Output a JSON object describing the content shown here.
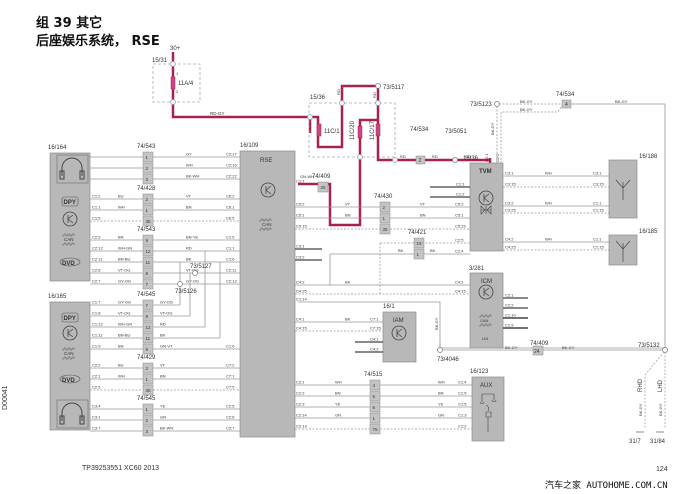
{
  "header": {
    "group_title": "组 39 其它",
    "system_title": "后座娱乐系统， RSE"
  },
  "colors": {
    "power_wire": "#a8224a",
    "signal_wire": "#9a9a9a",
    "component_fill": "#b8b8b8",
    "component_stroke": "#8a8a8a",
    "connector_fill": "#c4c4c4",
    "fuse_box_border": "#aaaaaa"
  },
  "power": {
    "supply_label": "30+",
    "fuse_box_1": {
      "id": "15/31",
      "fuse": "11A/4",
      "pin_in": "1",
      "pin_out": "2"
    },
    "wire_1_color": "RD-GY",
    "fuse_box_2": {
      "id": "15/36",
      "fuses": [
        {
          "name": "11C/1",
          "pin_in": "1",
          "pin_out": "2"
        },
        {
          "name": "11C/20",
          "pin_in": "1",
          "pin_out": "2"
        },
        {
          "name": "11C/17",
          "pin_in": "1",
          "pin_out": "2"
        }
      ]
    },
    "splice_top": "73/5117",
    "wire_rd": "RD",
    "connector_534_pin2": {
      "id": "74/534",
      "pin": "2"
    },
    "splice_5051": "73/5051",
    "wire_gn_wh": "GN-WH"
  },
  "ground": {
    "splice_5123": "73/5123",
    "connector_534_pin4": {
      "id": "74/534",
      "pin": "4"
    },
    "wire": "BK-GY",
    "splice_4046": "73/4046",
    "connector_409_pin24": {
      "id": "74/409",
      "pin": "24"
    },
    "splice_5132": "73/5132",
    "rhd": "RHD",
    "lhd": "LHD",
    "ground_points": [
      "31/7",
      "31/84"
    ]
  },
  "components": {
    "rse": {
      "id": "16/109",
      "name": "RSE",
      "can": "CAN"
    },
    "display_left": {
      "id": "16/164",
      "dpy": "DPY",
      "can": "CAN",
      "dvd": "DVD"
    },
    "display_right": {
      "id": "16/165",
      "dpy": "DPY",
      "can": "CAN",
      "dvd": "DVD"
    },
    "tvm": {
      "id": "16/36",
      "name": "TVM",
      "pins": [
        "C3:1",
        "C3:15",
        "C3:2",
        "C3:25",
        "C4:2",
        "C4:25",
        "C1:1",
        "C1:2",
        "C5:2",
        "C5:1",
        "C5:15",
        "C2:5",
        "C2:4"
      ],
      "power_pin": "C2:1",
      "ground_pin": "C2:2"
    },
    "antenna_188": {
      "id": "16/188",
      "pins": [
        "C3:1",
        "C3:15",
        "C1:1",
        "C1:15"
      ]
    },
    "antenna_185": {
      "id": "16/185",
      "pins": [
        "C1:1",
        "C1:15"
      ]
    },
    "icm": {
      "id": "3/281",
      "name": "ICM",
      "can": "CAN",
      "lin": "LIN",
      "pins": [
        "C4:1",
        "C4:15",
        "C2:1",
        "C2:2",
        "C1:10",
        "C1:9"
      ]
    },
    "iam": {
      "id": "16/1",
      "name": "IAM",
      "pins": [
        "C7:1",
        "C7:15",
        "C4:1",
        "C4:2"
      ]
    },
    "aux": {
      "id": "16/123",
      "name": "AUX",
      "pins": [
        "C1:4",
        "C1:5",
        "C1:5",
        "C1:3",
        "C1:2"
      ]
    }
  },
  "connectors": {
    "c543_top": {
      "id": "74/543",
      "pins": [
        "1",
        "2",
        "3"
      ]
    },
    "c428": {
      "id": "74/428",
      "pins": [
        "2",
        "1",
        "35"
      ]
    },
    "c543_mid": {
      "id": "74/543",
      "pins": [
        "9",
        "12",
        "11",
        "8",
        "7"
      ]
    },
    "c545_top": {
      "id": "74/545",
      "pins": [
        "7",
        "8",
        "12",
        "11",
        "9"
      ]
    },
    "c429": {
      "id": "74/429",
      "pins": [
        "2",
        "1",
        "35"
      ]
    },
    "c545_bot": {
      "id": "74/545",
      "pins": [
        "1",
        "2",
        "3"
      ]
    },
    "c409": {
      "id": "74/409",
      "pins": [
        "25"
      ]
    },
    "c430": {
      "id": "74/430",
      "pins": [
        "2",
        "1",
        "35"
      ]
    },
    "c421": {
      "id": "74/421",
      "pins": [
        "15",
        "1"
      ]
    },
    "c515": {
      "id": "74/515",
      "pins": [
        "4",
        "5",
        "6",
        "1",
        "75"
      ]
    },
    "splice_5127": "73/5127",
    "splice_5126": "73/5126"
  },
  "wires_left_top": [
    {
      "from": "",
      "color": "GY",
      "to": "C2:17"
    },
    {
      "from": "",
      "color": "WH",
      "to": "C2:16"
    },
    {
      "from": "",
      "color": "BK-WH",
      "to": "C2:22"
    },
    {
      "from": "C1:2",
      "color_a": "BU",
      "color": "VT",
      "to": "C6:2"
    },
    {
      "from": "C1:1",
      "color_a": "WH",
      "color": "BN",
      "to": "C6:1"
    },
    {
      "from": "C1:5",
      "color_a": "",
      "color": "",
      "to": "C6:5"
    },
    {
      "from": "C2:9",
      "color_a": "BN",
      "color": "BN-YE",
      "to": "C1:5"
    },
    {
      "from": "C2:12",
      "color_a": "WH-GN",
      "color": "RD",
      "to": "C1:1"
    },
    {
      "from": "C2:11",
      "color_a": "BN-BU",
      "color": "BK",
      "to": "C1:6"
    },
    {
      "from": "C2:8",
      "color_a": "VT-OG",
      "color": "VT-OG",
      "to": "C2:11"
    },
    {
      "from": "C2:7",
      "color_a": "GY-OG",
      "color": "GY-OG",
      "to": "C2:12"
    }
  ],
  "wires_left_bottom": [
    {
      "from": "C1:7",
      "color_a": "GY-OG",
      "color": "GY-OG",
      "to": ""
    },
    {
      "from": "C1:8",
      "color_a": "VT-OG",
      "color": "VT-OG",
      "to": ""
    },
    {
      "from": "C1:12",
      "color_a": "WH-GN",
      "color": "RD",
      "to": ""
    },
    {
      "from": "C1:11",
      "color_a": "BN-BU",
      "color": "BK",
      "to": ""
    },
    {
      "from": "C1:9",
      "color_a": "BN",
      "color": "GN-VT",
      "to": "C1:6"
    },
    {
      "from": "C2:2",
      "color_a": "BU",
      "color": "VT",
      "to": "C7:2"
    },
    {
      "from": "C2:1",
      "color_a": "WH",
      "color": "BN",
      "to": "C7:1"
    },
    {
      "from": "C2:5",
      "color_a": "",
      "color": "",
      "to": "C7:5"
    },
    {
      "from": "C3:4",
      "color_a": "",
      "color": "YE",
      "to": "C2:5"
    },
    {
      "from": "C3:1",
      "color_a": "",
      "color": "GN",
      "to": "C2:6"
    },
    {
      "from": "C3:7",
      "color_a": "",
      "color": "BK-WH",
      "to": "C2:7"
    }
  ],
  "wires_rse_right": [
    {
      "pin": "C1:7",
      "color": "GN-WH"
    },
    {
      "pin": "C5:2",
      "color": "VT"
    },
    {
      "pin": "C5:1",
      "color": "BN"
    },
    {
      "pin": "C5:15",
      "color": ""
    },
    {
      "pin": "C3:1",
      "color": ""
    },
    {
      "pin": "C3:2",
      "color": ""
    },
    {
      "pin": "C4:2",
      "color": "BK"
    },
    {
      "pin": "C4:25",
      "color": ""
    },
    {
      "pin": "C1:14",
      "color": "BK-GY"
    },
    {
      "pin": "C4:1",
      "color": "BK"
    },
    {
      "pin": "C4:15",
      "color": ""
    },
    {
      "pin": "C2:1",
      "color": "WH"
    },
    {
      "pin": "C2:2",
      "color": "BN"
    },
    {
      "pin": "C2:3",
      "color": "YE"
    },
    {
      "pin": "C2:14",
      "color": "GN"
    },
    {
      "pin": "C2:13",
      "color": ""
    }
  ],
  "tvm_wires": {
    "wh": "WH",
    "bk": "BK",
    "vt": "VT",
    "bn": "BN"
  },
  "footer": {
    "doc_code": "TP39253551 XC60 2013",
    "page": "124",
    "side_code": "D00041",
    "watermark": "汽车之家 AUTOHOME.COM.CN"
  }
}
